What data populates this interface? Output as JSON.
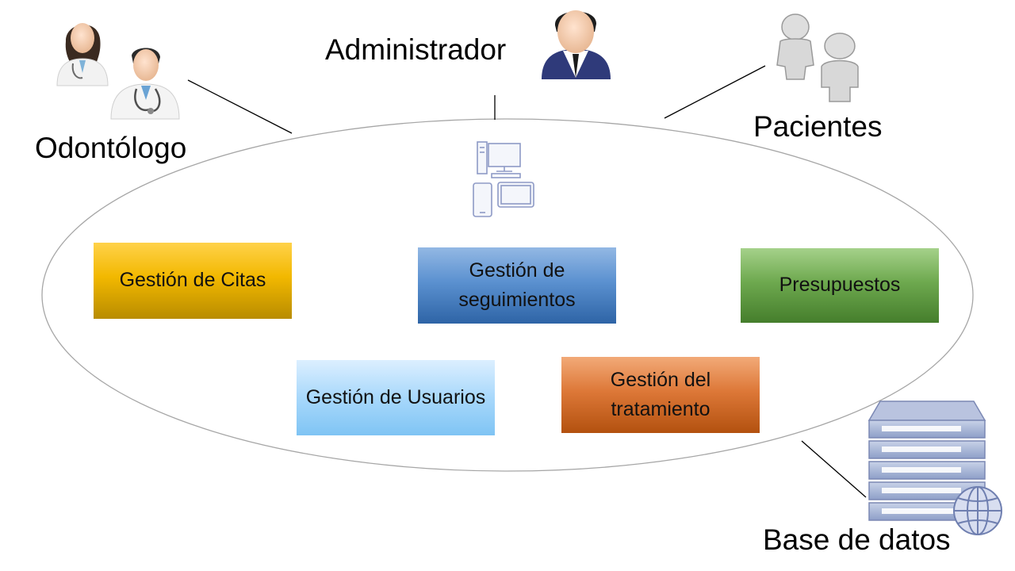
{
  "actors": {
    "odontologo": "Odontólogo",
    "administrador": "Administrador",
    "pacientes": "Pacientes",
    "base_datos": "Base de datos"
  },
  "modules": {
    "citas": "Gestión de Citas",
    "seguimientos": "Gestión de seguimientos",
    "presupuestos": "Presupuestos",
    "usuarios": "Gestión de Usuarios",
    "tratamiento": "Gestión del tratamiento"
  },
  "icons": {
    "odontologo": "doctors-icon",
    "administrador": "administrator-icon",
    "pacientes": "patients-icon",
    "sistema": "devices-icon",
    "base_datos": "database-server-icon"
  },
  "colors": {
    "citas": "#f2b800",
    "seguimientos": "#5b91d0",
    "presupuestos": "#6ea94f",
    "usuarios": "#a8d8fb",
    "tratamiento": "#dd7838",
    "ellipse_stroke": "#a6a6a6",
    "connector": "#000000"
  }
}
